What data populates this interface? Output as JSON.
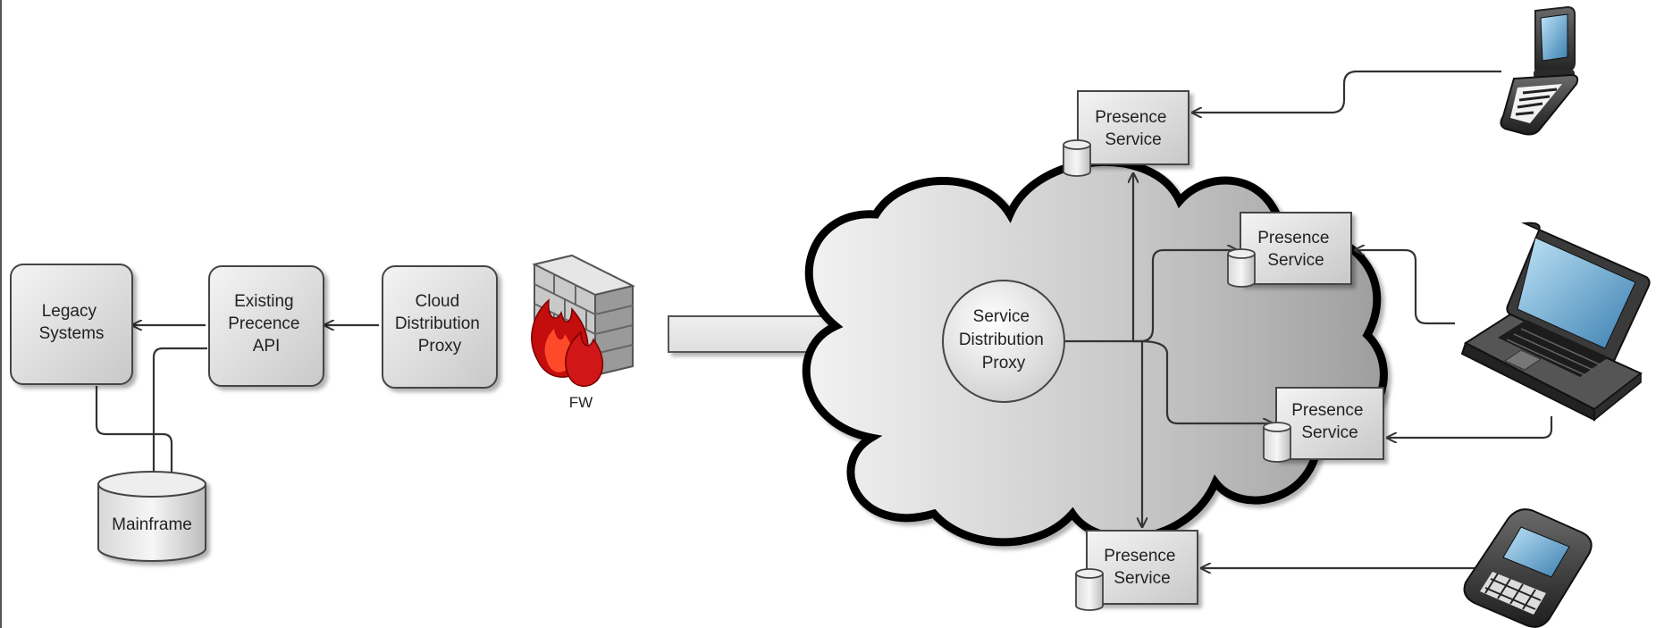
{
  "nodes": {
    "legacy": [
      "Legacy",
      "Systems"
    ],
    "existing_api": [
      "Existing",
      "Precence",
      "API"
    ],
    "cloud_proxy": [
      "Cloud",
      "Distribution",
      "Proxy"
    ],
    "mainframe": [
      "Mainframe"
    ],
    "firewall": [
      "FW"
    ],
    "service_proxy": [
      "Service",
      "Distribution",
      "Proxy"
    ],
    "presence": [
      [
        "Presence",
        "Service"
      ],
      [
        "Presence",
        "Service"
      ],
      [
        "Presence",
        "Service"
      ],
      [
        "Presence",
        "Service"
      ]
    ]
  },
  "devices": [
    "flip-phone-icon",
    "laptop-icon",
    "smartphone-icon"
  ]
}
